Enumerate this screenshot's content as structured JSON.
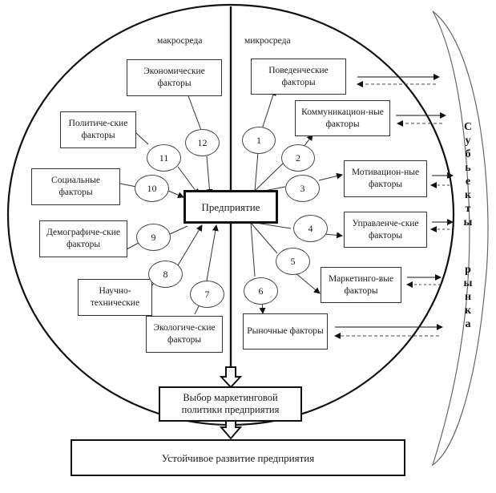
{
  "labels": {
    "macro": "макросреда",
    "micro": "микросреда"
  },
  "center": "Предприятие",
  "factors": [
    {
      "num": "1",
      "name": "Поведенческие факторы"
    },
    {
      "num": "2",
      "name": "Коммуникацион-ные факторы"
    },
    {
      "num": "3",
      "name": "Мотивацион-ные факторы"
    },
    {
      "num": "4",
      "name": "Управленче-ские факторы"
    },
    {
      "num": "5",
      "name": "Маркетинго-вые факторы"
    },
    {
      "num": "6",
      "name": "Рыночные факторы"
    },
    {
      "num": "7",
      "name": "Экологиче-ские факторы"
    },
    {
      "num": "8",
      "name": "Научно-технические"
    },
    {
      "num": "9",
      "name": "Демографиче-ские факторы"
    },
    {
      "num": "10",
      "name": "Социальные факторы"
    },
    {
      "num": "11",
      "name": "Политиче-ские факторы"
    },
    {
      "num": "12",
      "name": "Экономические факторы"
    }
  ],
  "market_subjects": {
    "word1": [
      "С",
      "у",
      "б",
      "ь",
      "е",
      "к",
      "т",
      "ы"
    ],
    "word2": [
      "р",
      "ы",
      "н",
      "к",
      "а"
    ]
  },
  "policy_box": "Выбор маркетинговой политики предприятия",
  "result_box": "Устойчивое развитие предприятия"
}
